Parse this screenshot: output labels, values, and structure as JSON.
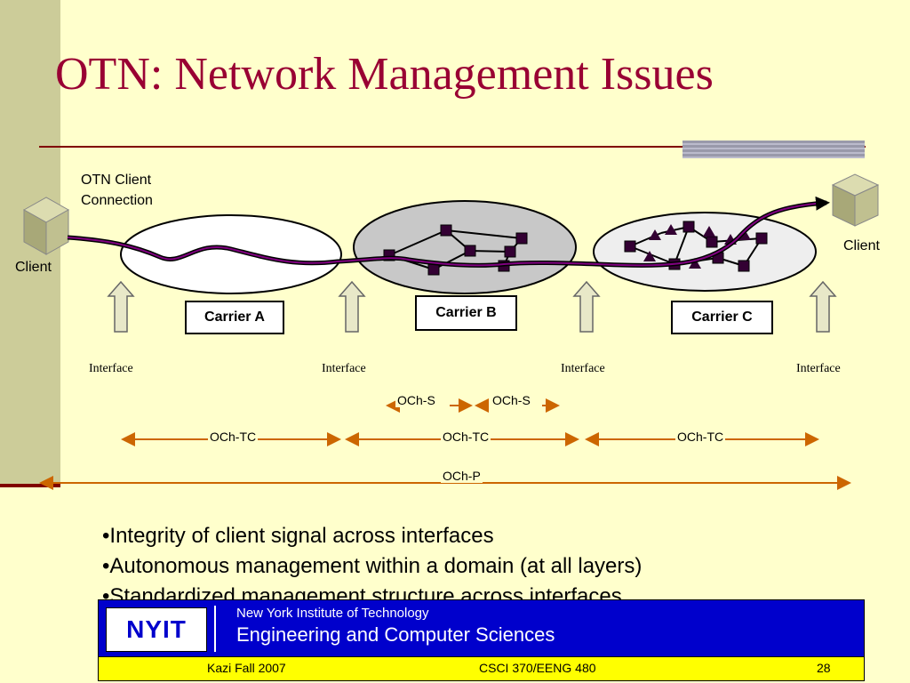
{
  "slide": {
    "title": "OTN: Network Management Issues"
  },
  "diagram": {
    "connection_label_line1": "OTN Client",
    "connection_label_line2": "Connection",
    "client_left": "Client",
    "client_right": "Client",
    "carriers": [
      "Carrier A",
      "Carrier B",
      "Carrier C"
    ],
    "interface_label": "Interface",
    "och_s": "OCh-S",
    "och_tc": "OCh-TC",
    "och_p": "OCh-P",
    "colors": {
      "link": "#800080",
      "arrow": "#cc6600",
      "cloud_b": "#c8c8c8",
      "cloud_c": "#eeeeee"
    }
  },
  "bullets": [
    "•Integrity of client signal across interfaces",
    "•Autonomous management within a domain (at all layers)",
    "•Standardized management structure across interfaces"
  ],
  "footer": {
    "logo": "NYIT",
    "institution": "New York Institute of Technology",
    "department": "Engineering and Computer Sciences",
    "author": "Kazi   Fall 2007",
    "course": "CSCI 370/EENG 480",
    "page": "28"
  }
}
